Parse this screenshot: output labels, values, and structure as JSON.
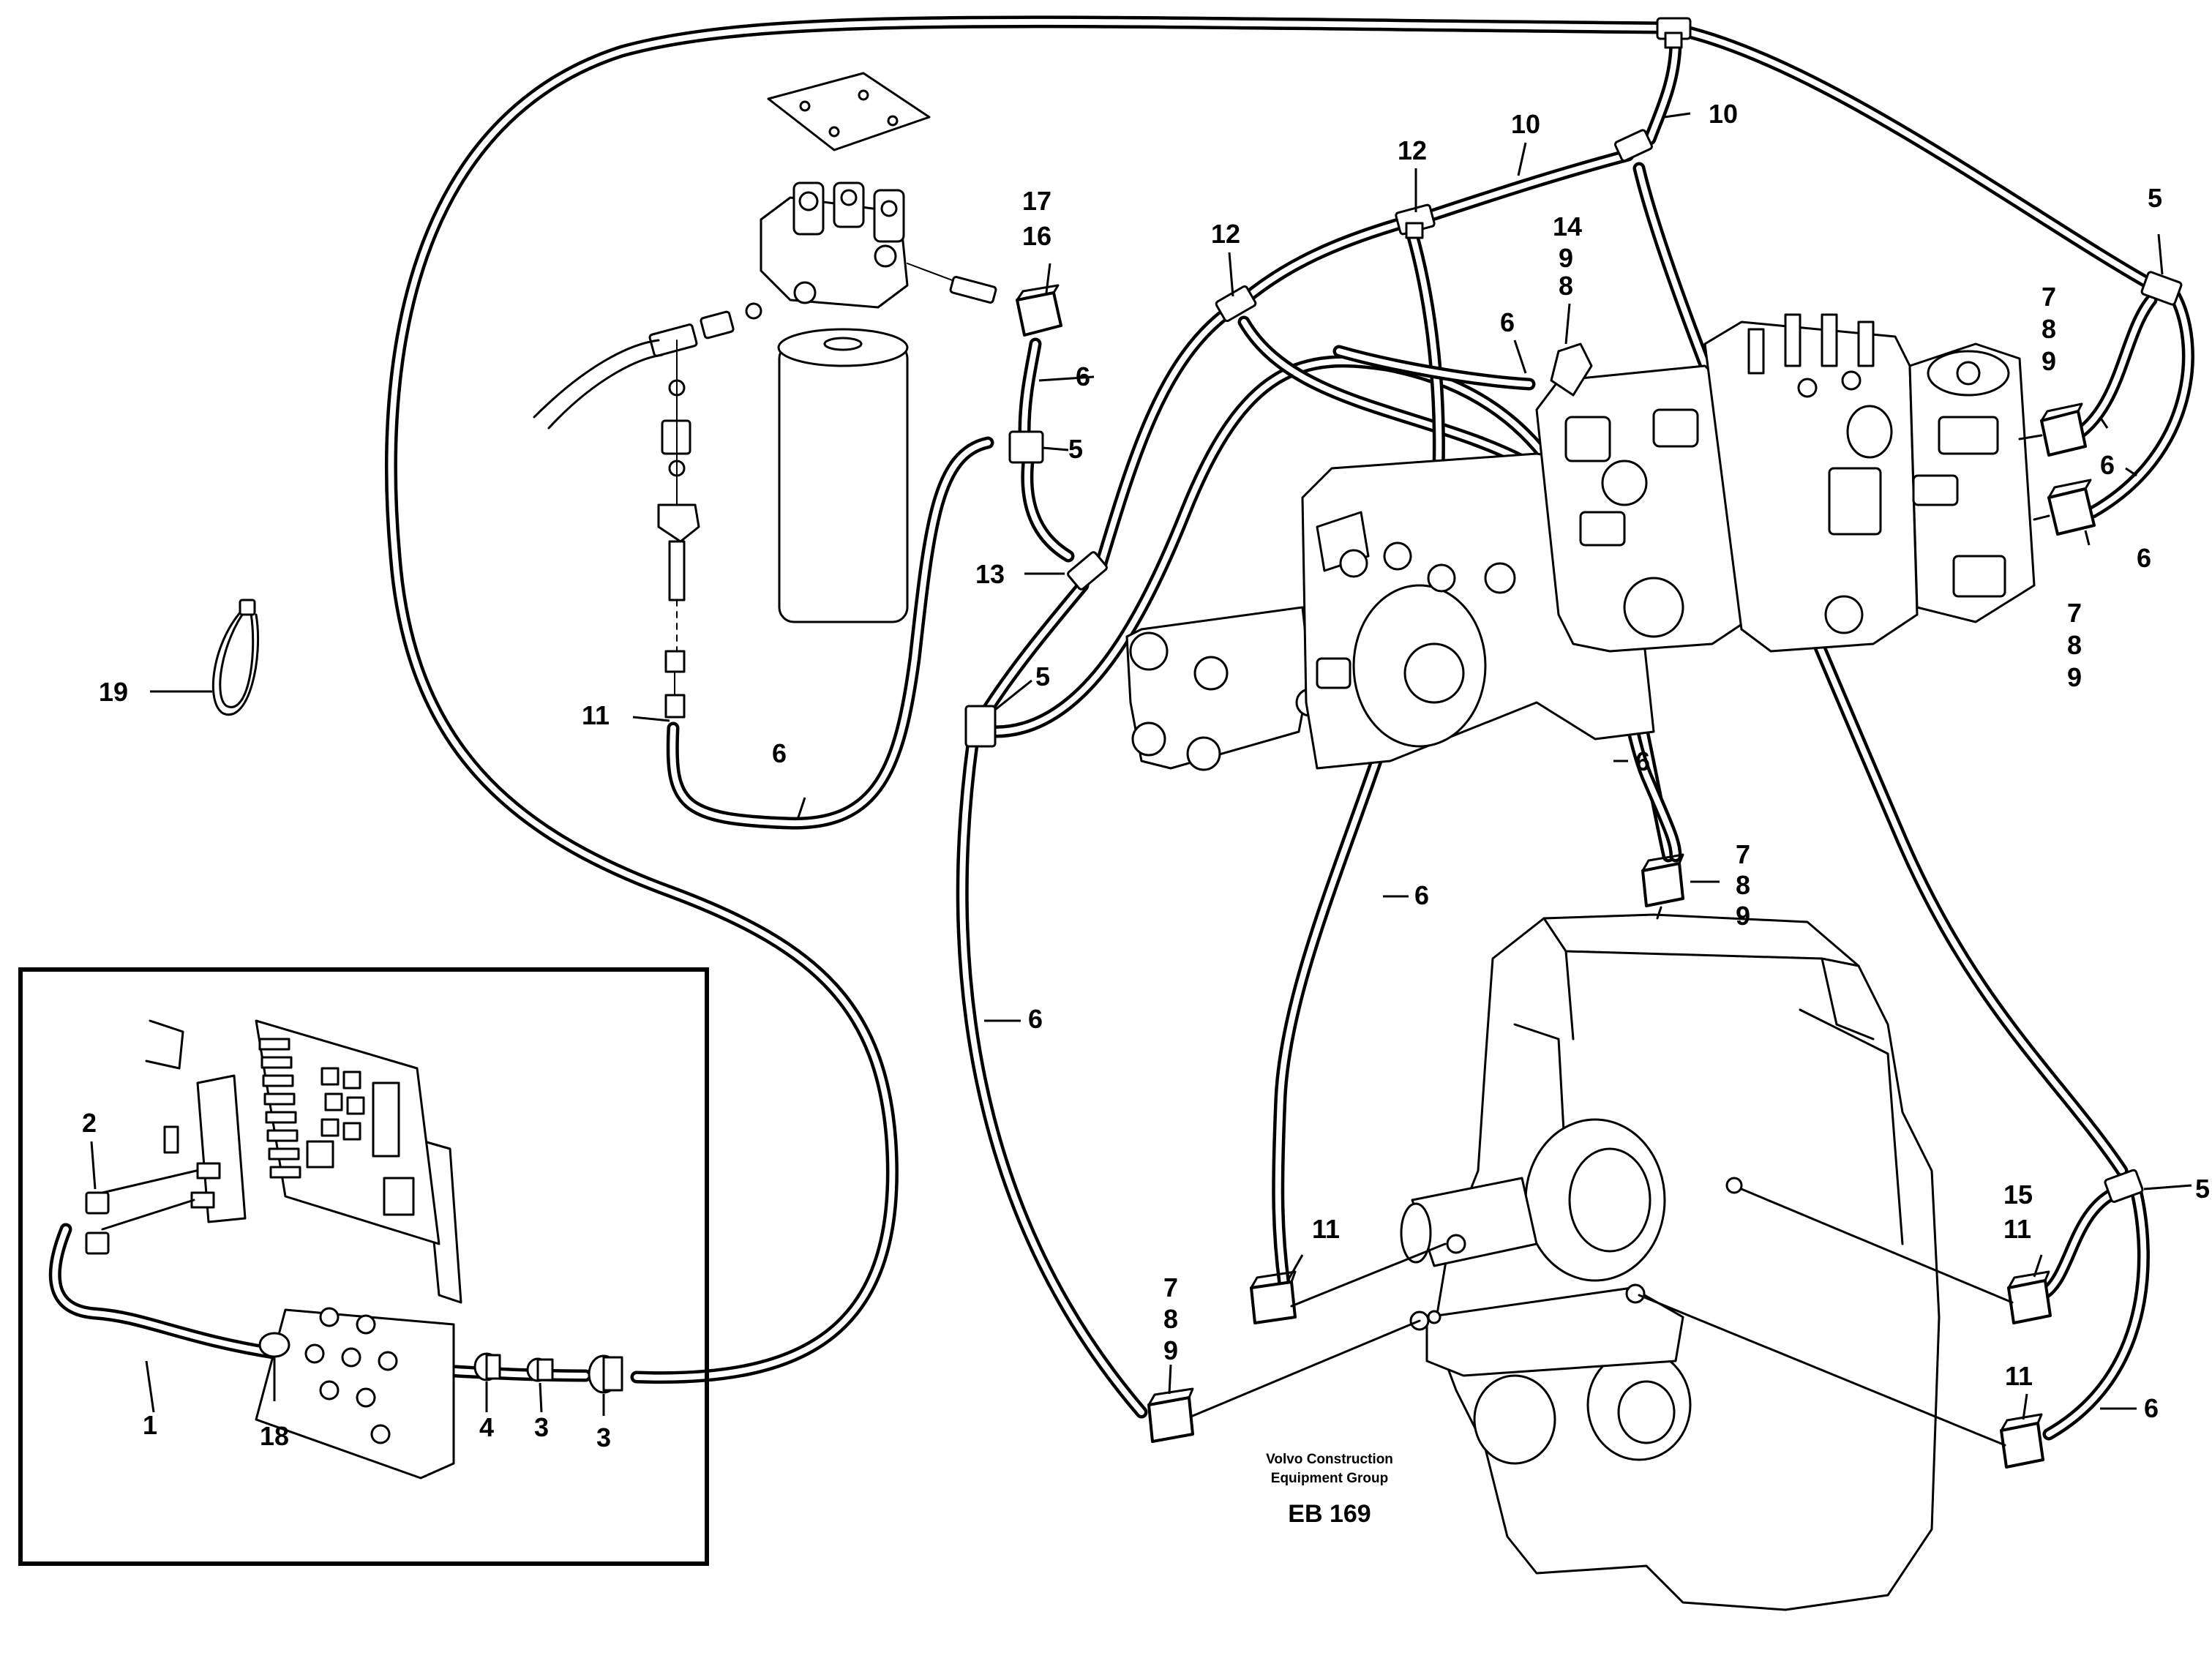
{
  "callouts": {
    "c1": "1",
    "c2": "2",
    "c3a": "3",
    "c3b": "3",
    "c4": "4",
    "c5_top_right": "5",
    "c5_filter": "5",
    "c5_mid": "5",
    "c5_right": "5",
    "c6_sensor": "6",
    "c6_bottom": "6",
    "c6_pump": "6",
    "c6_left": "6",
    "c6_center": "6",
    "c6_gearbox": "6",
    "c6_right_a": "6",
    "c6_right_b": "6",
    "c6_bottom_right": "6",
    "c7_right": "7",
    "c8_right": "8",
    "c9_right": "9",
    "c7_block": "7",
    "c8_block": "8",
    "c9_block": "9",
    "c7_upper": "7",
    "c8_upper": "8",
    "c9_upper": "9",
    "c7_left": "7",
    "c8_left": "8",
    "c9_left": "9",
    "c14": "14",
    "c9_pump": "9",
    "c8_pump": "8",
    "c10_top": "10",
    "c10_mid": "10",
    "c11_sensor": "11",
    "c11_gearbox": "11",
    "c11_right_a": "11",
    "c11_right_b": "11",
    "c12_left": "12",
    "c12_right": "12",
    "c13": "13",
    "c15": "15",
    "c16": "16",
    "c17": "17",
    "c18": "18",
    "c19": "19"
  },
  "credit": {
    "line1": "Volvo Construction",
    "line2": "Equipment Group",
    "reference": "EB 169"
  }
}
